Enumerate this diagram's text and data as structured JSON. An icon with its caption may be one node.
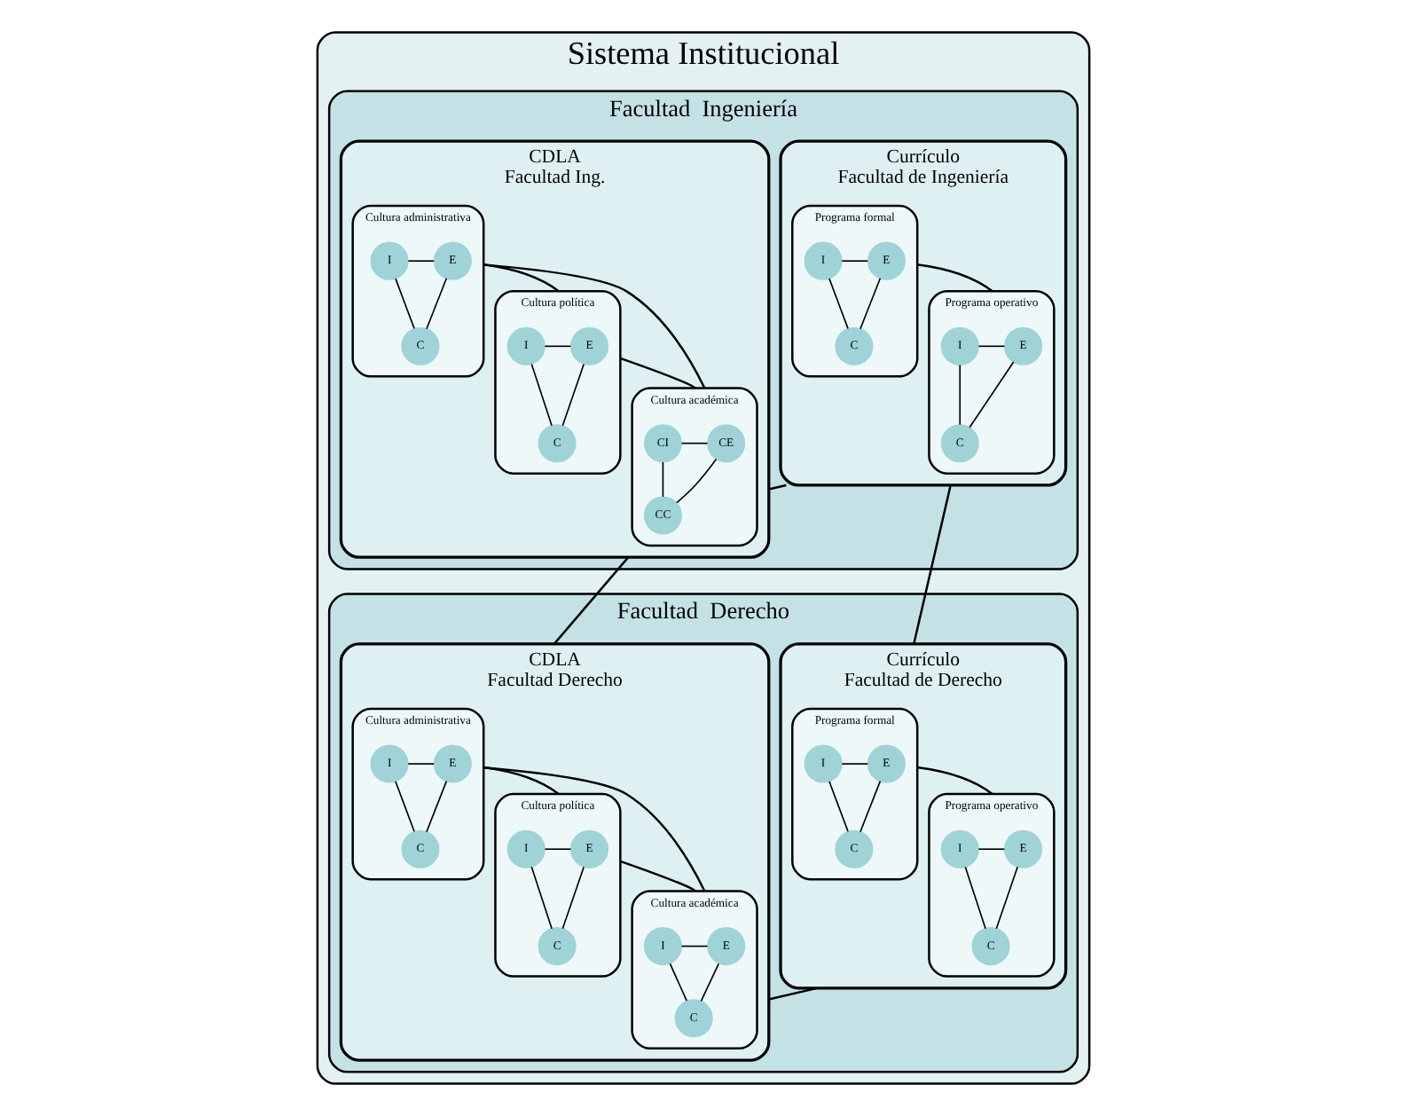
{
  "diagram": {
    "nodes": [
      {
        "text": [
          "Sistema Institucional"
        ]
      },
      {
        "text": [
          "Facultad  Ingeniería"
        ],
        "in": 0
      },
      {
        "text": [
          "CDLA",
          "Facultad Ing."
        ],
        "in": 1
      },
      {
        "text": [
          "Cultura administrativa"
        ],
        "in": 2
      },
      {
        "text": [
          "E"
        ],
        "in": 3
      },
      {
        "text": [
          "I"
        ],
        "in": 3
      },
      {
        "text": [
          "C"
        ],
        "in": 3
      },
      {
        "text": [
          "Cultura política"
        ],
        "in": 2
      },
      {
        "text": [
          "E"
        ],
        "in": 7
      },
      {
        "text": [
          "I"
        ],
        "in": 7
      },
      {
        "text": [
          "C"
        ],
        "in": 7
      },
      {
        "text": [
          "Cultura académica"
        ],
        "in": 2
      },
      {
        "text": [
          "CE"
        ],
        "in": 11
      },
      {
        "text": [
          "CI"
        ],
        "in": 11
      },
      {
        "text": [
          "CC"
        ],
        "in": 11
      },
      {
        "text": [
          "Currículo",
          "Facultad de Ingeniería"
        ],
        "in": 1
      },
      {
        "text": [
          "Programa formal"
        ],
        "in": 15
      },
      {
        "text": [
          "E"
        ],
        "in": 16
      },
      {
        "text": [
          "I"
        ],
        "in": 16
      },
      {
        "text": [
          "C"
        ],
        "in": 16
      },
      {
        "text": [
          "Programa operativo"
        ],
        "in": 15
      },
      {
        "text": [
          "E"
        ],
        "in": 20
      },
      {
        "text": [
          "I"
        ],
        "in": 20
      },
      {
        "text": [
          "C"
        ],
        "in": 20
      },
      {
        "text": [
          "Facultad  Derecho"
        ],
        "in": 0
      },
      {
        "text": [
          "CDLA",
          "Facultad Derecho"
        ],
        "in": 24
      },
      {
        "text": [
          "Cultura administrativa"
        ],
        "in": 25
      },
      {
        "text": [
          "E"
        ],
        "in": 26
      },
      {
        "text": [
          "I"
        ],
        "in": 26
      },
      {
        "text": [
          "C"
        ],
        "in": 26
      },
      {
        "text": [
          "Cultura política"
        ],
        "in": 25
      },
      {
        "text": [
          "E"
        ],
        "in": 30
      },
      {
        "text": [
          "I"
        ],
        "in": 30
      },
      {
        "text": [
          "C"
        ],
        "in": 30
      },
      {
        "text": [
          "Cultura académica"
        ],
        "in": 25
      },
      {
        "text": [
          "E"
        ],
        "in": 34
      },
      {
        "text": [
          "I"
        ],
        "in": 34
      },
      {
        "text": [
          "C"
        ],
        "in": 34
      },
      {
        "text": [
          "Currículo",
          "Facultad de Derecho"
        ],
        "in": 24
      },
      {
        "text": [
          "Programa formal"
        ],
        "in": 38
      },
      {
        "text": [
          "E"
        ],
        "in": 39
      },
      {
        "text": [
          "I"
        ],
        "in": 39
      },
      {
        "text": [
          "C"
        ],
        "in": 39
      },
      {
        "text": [
          "Programa operativo"
        ],
        "in": 38
      },
      {
        "text": [
          "E"
        ],
        "in": 43
      },
      {
        "text": [
          "I"
        ],
        "in": 43
      },
      {
        "text": [
          "C"
        ],
        "in": 43
      }
    ],
    "edges": [
      {
        "from": 4,
        "to": 5,
        "arrow": "none"
      },
      {
        "from": 4,
        "to": 6,
        "arrow": "none"
      },
      {
        "from": 5,
        "to": 6,
        "arrow": "none"
      },
      {
        "from": 8,
        "to": 9,
        "arrow": "none"
      },
      {
        "from": 8,
        "to": 10,
        "arrow": "none"
      },
      {
        "from": 9,
        "to": 10,
        "arrow": "none"
      },
      {
        "from": 12,
        "to": 13,
        "arrow": "none"
      },
      {
        "from": 12,
        "to": 14,
        "arrow": "none"
      },
      {
        "from": 13,
        "to": 14,
        "arrow": "none"
      },
      {
        "from": 3,
        "to": 7,
        "arrow": "none"
      },
      {
        "from": 3,
        "to": 11,
        "arrow": "none"
      },
      {
        "from": 7,
        "to": 11,
        "arrow": "none"
      },
      {
        "from": 17,
        "to": 18,
        "arrow": "none"
      },
      {
        "from": 17,
        "to": 19,
        "arrow": "none"
      },
      {
        "from": 18,
        "to": 19,
        "arrow": "none"
      },
      {
        "from": 21,
        "to": 22,
        "arrow": "none"
      },
      {
        "from": 21,
        "to": 23,
        "arrow": "none"
      },
      {
        "from": 22,
        "to": 23,
        "arrow": "none"
      },
      {
        "from": 16,
        "to": 20,
        "arrow": "none"
      },
      {
        "from": 2,
        "to": 15,
        "arrow": "none"
      },
      {
        "from": 27,
        "to": 28,
        "arrow": "none"
      },
      {
        "from": 27,
        "to": 29,
        "arrow": "none"
      },
      {
        "from": 28,
        "to": 29,
        "arrow": "none"
      },
      {
        "from": 31,
        "to": 32,
        "arrow": "none"
      },
      {
        "from": 31,
        "to": 33,
        "arrow": "none"
      },
      {
        "from": 32,
        "to": 33,
        "arrow": "none"
      },
      {
        "from": 35,
        "to": 36,
        "arrow": "none"
      },
      {
        "from": 35,
        "to": 37,
        "arrow": "none"
      },
      {
        "from": 36,
        "to": 37,
        "arrow": "none"
      },
      {
        "from": 26,
        "to": 30,
        "arrow": "none"
      },
      {
        "from": 26,
        "to": 34,
        "arrow": "none"
      },
      {
        "from": 30,
        "to": 34,
        "arrow": "none"
      },
      {
        "from": 40,
        "to": 41,
        "arrow": "none"
      },
      {
        "from": 40,
        "to": 42,
        "arrow": "none"
      },
      {
        "from": 41,
        "to": 42,
        "arrow": "none"
      },
      {
        "from": 44,
        "to": 45,
        "arrow": "none"
      },
      {
        "from": 44,
        "to": 46,
        "arrow": "none"
      },
      {
        "from": 45,
        "to": 46,
        "arrow": "none"
      },
      {
        "from": 39,
        "to": 43,
        "arrow": "none"
      },
      {
        "from": 25,
        "to": 38,
        "arrow": "none"
      },
      {
        "from": 2,
        "to": 25,
        "arrow": "none"
      },
      {
        "from": 15,
        "to": 38,
        "arrow": "none"
      }
    ]
  }
}
